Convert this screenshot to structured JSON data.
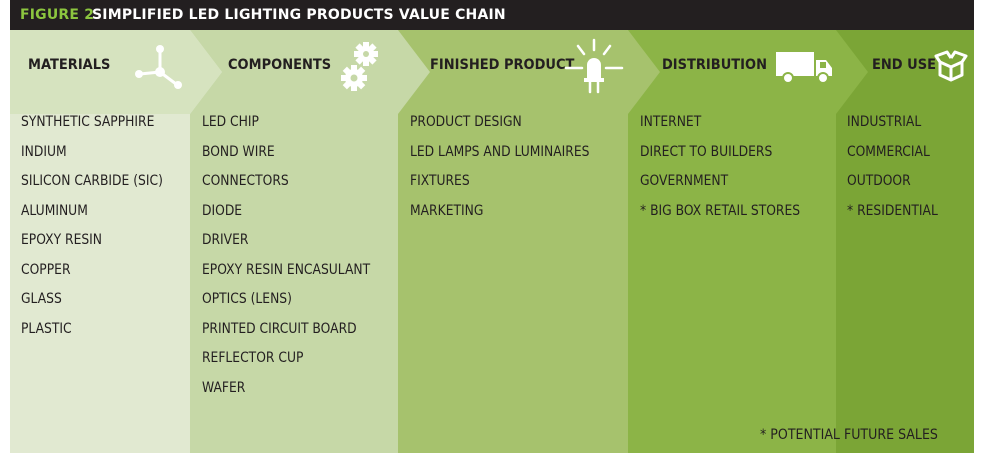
{
  "figure": {
    "label": "FIGURE 2",
    "title": "SIMPLIFIED LED LIGHTING PRODUCTS VALUE CHAIN"
  },
  "colors": {
    "title_bar": "#231f20",
    "title_label": "#8cc63f",
    "materials_body": "#e1e9d1",
    "materials_head": "#d6e3bf",
    "components": "#c6d8a7",
    "finished_product": "#a6c26d",
    "distribution": "#8cb447",
    "end_use": "#7ba536",
    "icon": "#ffffff"
  },
  "columns": [
    {
      "id": "materials",
      "title": "MATERIALS",
      "icon": "molecule-icon",
      "items": [
        "SYNTHETIC SAPPHIRE",
        "INDIUM",
        "SILICON CARBIDE (SIC)",
        "ALUMINUM",
        "EPOXY RESIN",
        "COPPER",
        "GLASS",
        "PLASTIC"
      ]
    },
    {
      "id": "components",
      "title": "COMPONENTS",
      "icon": "gears-icon",
      "items": [
        "LED CHIP",
        "BOND WIRE",
        "CONNECTORS",
        "DIODE",
        "DRIVER",
        "EPOXY RESIN ENCASULANT",
        "OPTICS (LENS)",
        "PRINTED CIRCUIT BOARD",
        "REFLECTOR CUP",
        "WAFER"
      ]
    },
    {
      "id": "finished_product",
      "title": "FINISHED PRODUCT",
      "icon": "led-light-icon",
      "items": [
        "PRODUCT DESIGN",
        "LED LAMPS AND LUMINAIRES",
        "FIXTURES",
        "MARKETING"
      ]
    },
    {
      "id": "distribution",
      "title": "DISTRIBUTION",
      "icon": "truck-icon",
      "items": [
        "INTERNET",
        "DIRECT TO BUILDERS",
        "GOVERNMENT",
        "* BIG BOX RETAIL STORES"
      ]
    },
    {
      "id": "end_use",
      "title": "END USE",
      "icon": "box-icon",
      "items": [
        "INDUSTRIAL",
        "COMMERCIAL",
        "OUTDOOR",
        "* RESIDENTIAL"
      ]
    }
  ],
  "footnote": "*  POTENTIAL FUTURE SALES"
}
